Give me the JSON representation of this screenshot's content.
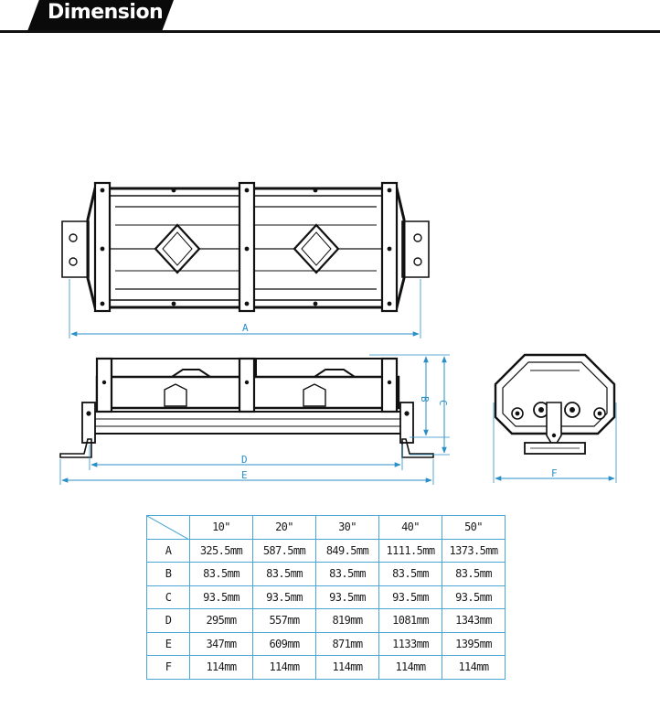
{
  "header": {
    "title": "Dimension"
  },
  "dimension_labels": {
    "a": "A",
    "b": "B",
    "c": "C",
    "d": "D",
    "e": "E",
    "f": "F"
  },
  "table": {
    "columns": [
      "10\"",
      "20\"",
      "30\"",
      "40\"",
      "50\""
    ],
    "rows": [
      {
        "label": "A",
        "values": [
          "325.5mm",
          "587.5mm",
          "849.5mm",
          "1111.5mm",
          "1373.5mm"
        ]
      },
      {
        "label": "B",
        "values": [
          "83.5mm",
          "83.5mm",
          "83.5mm",
          "83.5mm",
          "83.5mm"
        ]
      },
      {
        "label": "C",
        "values": [
          "93.5mm",
          "93.5mm",
          "93.5mm",
          "93.5mm",
          "93.5mm"
        ]
      },
      {
        "label": "D",
        "values": [
          "295mm",
          "557mm",
          "819mm",
          "1081mm",
          "1343mm"
        ]
      },
      {
        "label": "E",
        "values": [
          "347mm",
          "609mm",
          "871mm",
          "1133mm",
          "1395mm"
        ]
      },
      {
        "label": "F",
        "values": [
          "114mm",
          "114mm",
          "114mm",
          "114mm",
          "114mm"
        ]
      }
    ]
  },
  "colors": {
    "dimension_line": "#2a8fc8",
    "table_border": "#49a6d6",
    "header_bg": "#0a0a0a"
  }
}
